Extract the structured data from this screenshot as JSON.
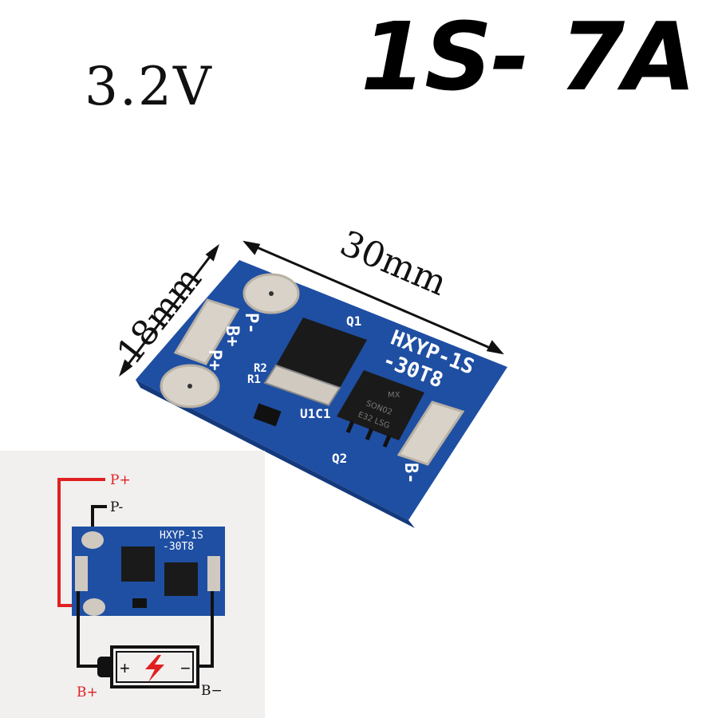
{
  "header": {
    "voltage": "3.2V",
    "title": "1S- 7A"
  },
  "main_board": {
    "dimension_width": "30mm",
    "dimension_height": "18mm",
    "silkscreen_model": [
      "HXYP-1S",
      "-30T8"
    ],
    "pad_labels": [
      "P-",
      "B+",
      "P+"
    ],
    "right_pad_label": "B-",
    "component_labels": [
      "R2",
      "R1",
      "U1C1",
      "Q1",
      "Q2"
    ],
    "chip_markings": [
      "MX",
      "SON02",
      "E32 LSG"
    ]
  },
  "wiring_diagram": {
    "labels": {
      "p_plus": "P+",
      "p_minus": "P-",
      "b_plus": "B+",
      "b_minus": "B−"
    },
    "battery_signs": [
      "+",
      "−"
    ],
    "colors": {
      "positive_wire": "#e02020",
      "negative_wire": "#111111",
      "bolt": "#e02020"
    }
  },
  "colors": {
    "pcb_blue": "#1f4fa3",
    "pad_silver": "#d8d2c8"
  }
}
